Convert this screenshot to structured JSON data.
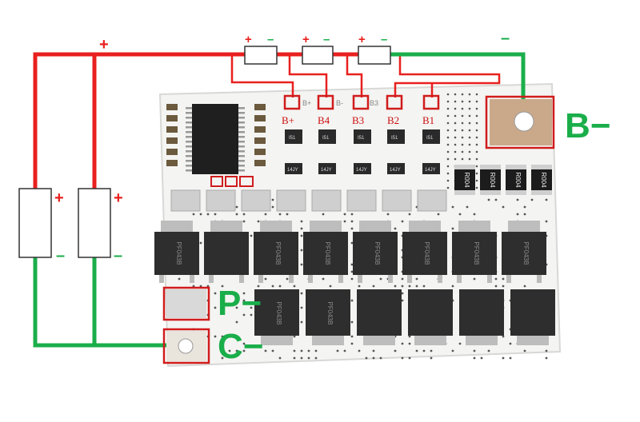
{
  "colors": {
    "positive_wire": "#e8201e",
    "negative_wire": "#1aae4a",
    "board": "#f4f4f2",
    "mosfet": "#2e2e2e",
    "highlight": "#d01c1c",
    "terminal_pad": "#c9a98a"
  },
  "signs": {
    "plus": "+",
    "minus": "−",
    "dash": "–"
  },
  "labels": {
    "b_minus": "B−",
    "p_minus": "P−",
    "c_minus": "C−"
  },
  "balance_pins": [
    "B+",
    "B4",
    "B3",
    "B2",
    "B1"
  ],
  "silkscreen": [
    "B+",
    "B-",
    "B3"
  ],
  "resistor_codes": [
    "R004",
    "R004",
    "R004",
    "R004"
  ],
  "mosfet_top_codes": [
    "PF043B",
    "",
    "PF043B",
    "PF043B",
    "PF043B",
    "PF043B",
    "PF043B",
    "PF043B"
  ],
  "mosfet_bottom_codes": [
    "PF043B",
    "PF043B",
    "",
    "",
    "",
    ""
  ],
  "chip_labels": [
    "I51",
    "I51",
    "I51",
    "I51",
    "I51"
  ],
  "transistor_labels": [
    "14JY",
    "14JY",
    "14JY",
    "14JY",
    "14JY"
  ]
}
